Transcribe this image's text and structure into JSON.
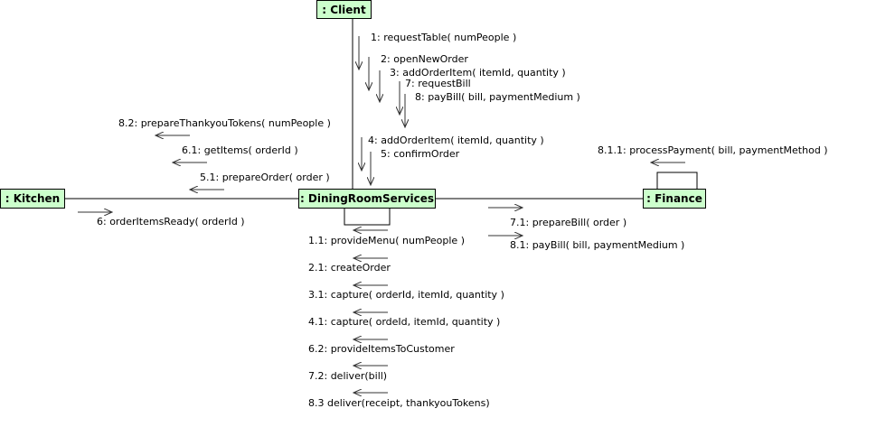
{
  "colors": {
    "object_fill": "#ccffcc",
    "line": "#000000",
    "arrow": "#333333"
  },
  "objects": {
    "client": ": Client",
    "kitchen": ": Kitchen",
    "dining": ": DiningRoomServices",
    "finance": ": Finance"
  },
  "messages": {
    "m1": "1: requestTable( numPeople )",
    "m2": "2: openNewOrder",
    "m3": "3: addOrderItem( itemId, quantity )",
    "m7": "7: requestBill",
    "m8": "8: payBill( bill, paymentMedium )",
    "m4": "4: addOrderItem( itemId, quantity )",
    "m5": "5: confirmOrder",
    "m82": "8.2: prepareThankyouTokens( numPeople )",
    "m61": "6.1: getItems( orderId )",
    "m51": "5.1: prepareOrder( order )",
    "m6": "6: orderItemsReady( orderId )",
    "m811": "8.1.1: processPayment( bill, paymentMethod )",
    "m71": "7.1: prepareBill( order )",
    "m81": "8.1: payBill( bill, paymentMedium )",
    "m11": "1.1: provideMenu( numPeople )",
    "m21": "2.1: createOrder",
    "m31": "3.1: capture( orderId, itemId, quantity )",
    "m41": "4.1: capture( ordeId, itemId, quantity )",
    "m62": "6.2: provideItemsToCustomer",
    "m72": "7.2: deliver(bill)",
    "m83": "8.3 deliver(receipt, thankyouTokens)"
  }
}
